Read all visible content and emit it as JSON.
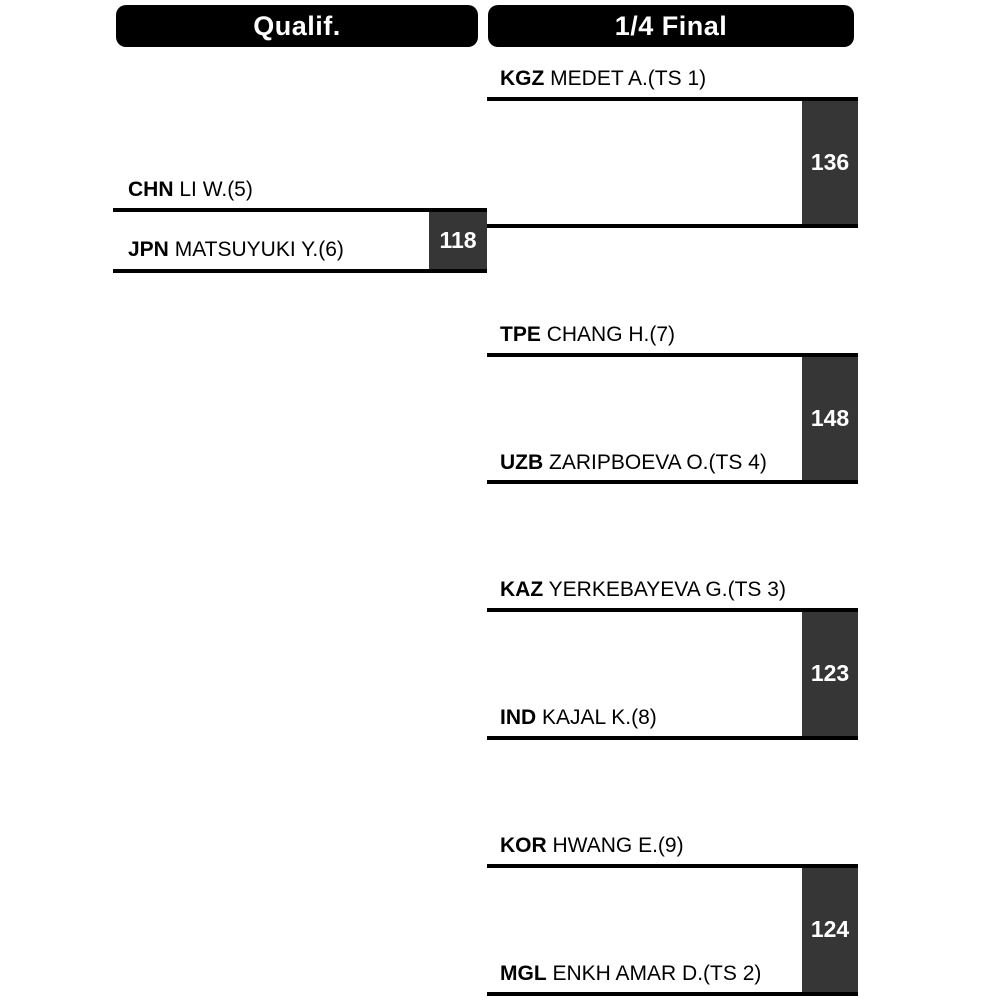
{
  "headers": {
    "qualification": "Qualif.",
    "quarterfinal": "1/4 Final"
  },
  "qualification": {
    "match": {
      "top": {
        "country": "CHN",
        "name": "LI W.(5)"
      },
      "bottom": {
        "country": "JPN",
        "name": "MATSUYUKI Y.(6)"
      },
      "score": "118"
    }
  },
  "quarterfinals": {
    "matches": [
      {
        "top": {
          "country": "KGZ",
          "name": "MEDET A.(TS 1)"
        },
        "score": "136"
      },
      {
        "top": {
          "country": "TPE",
          "name": "CHANG H.(7)"
        },
        "bottom": {
          "country": "UZB",
          "name": "ZARIPBOEVA O.(TS 4)"
        },
        "score": "148"
      },
      {
        "top": {
          "country": "KAZ",
          "name": "YERKEBAYEVA G.(TS 3)"
        },
        "bottom": {
          "country": "IND",
          "name": "KAJAL K.(8)"
        },
        "score": "123"
      },
      {
        "top": {
          "country": "KOR",
          "name": "HWANG E.(9)"
        },
        "bottom": {
          "country": "MGL",
          "name": "ENKH AMAR D.(TS 2)"
        },
        "score": "124"
      }
    ]
  },
  "colors": {
    "header_bg": "#000000",
    "header_text": "#ffffff",
    "score_box_bg": "#363636",
    "score_text": "#ffffff",
    "line": "#000000",
    "background": "#ffffff"
  }
}
